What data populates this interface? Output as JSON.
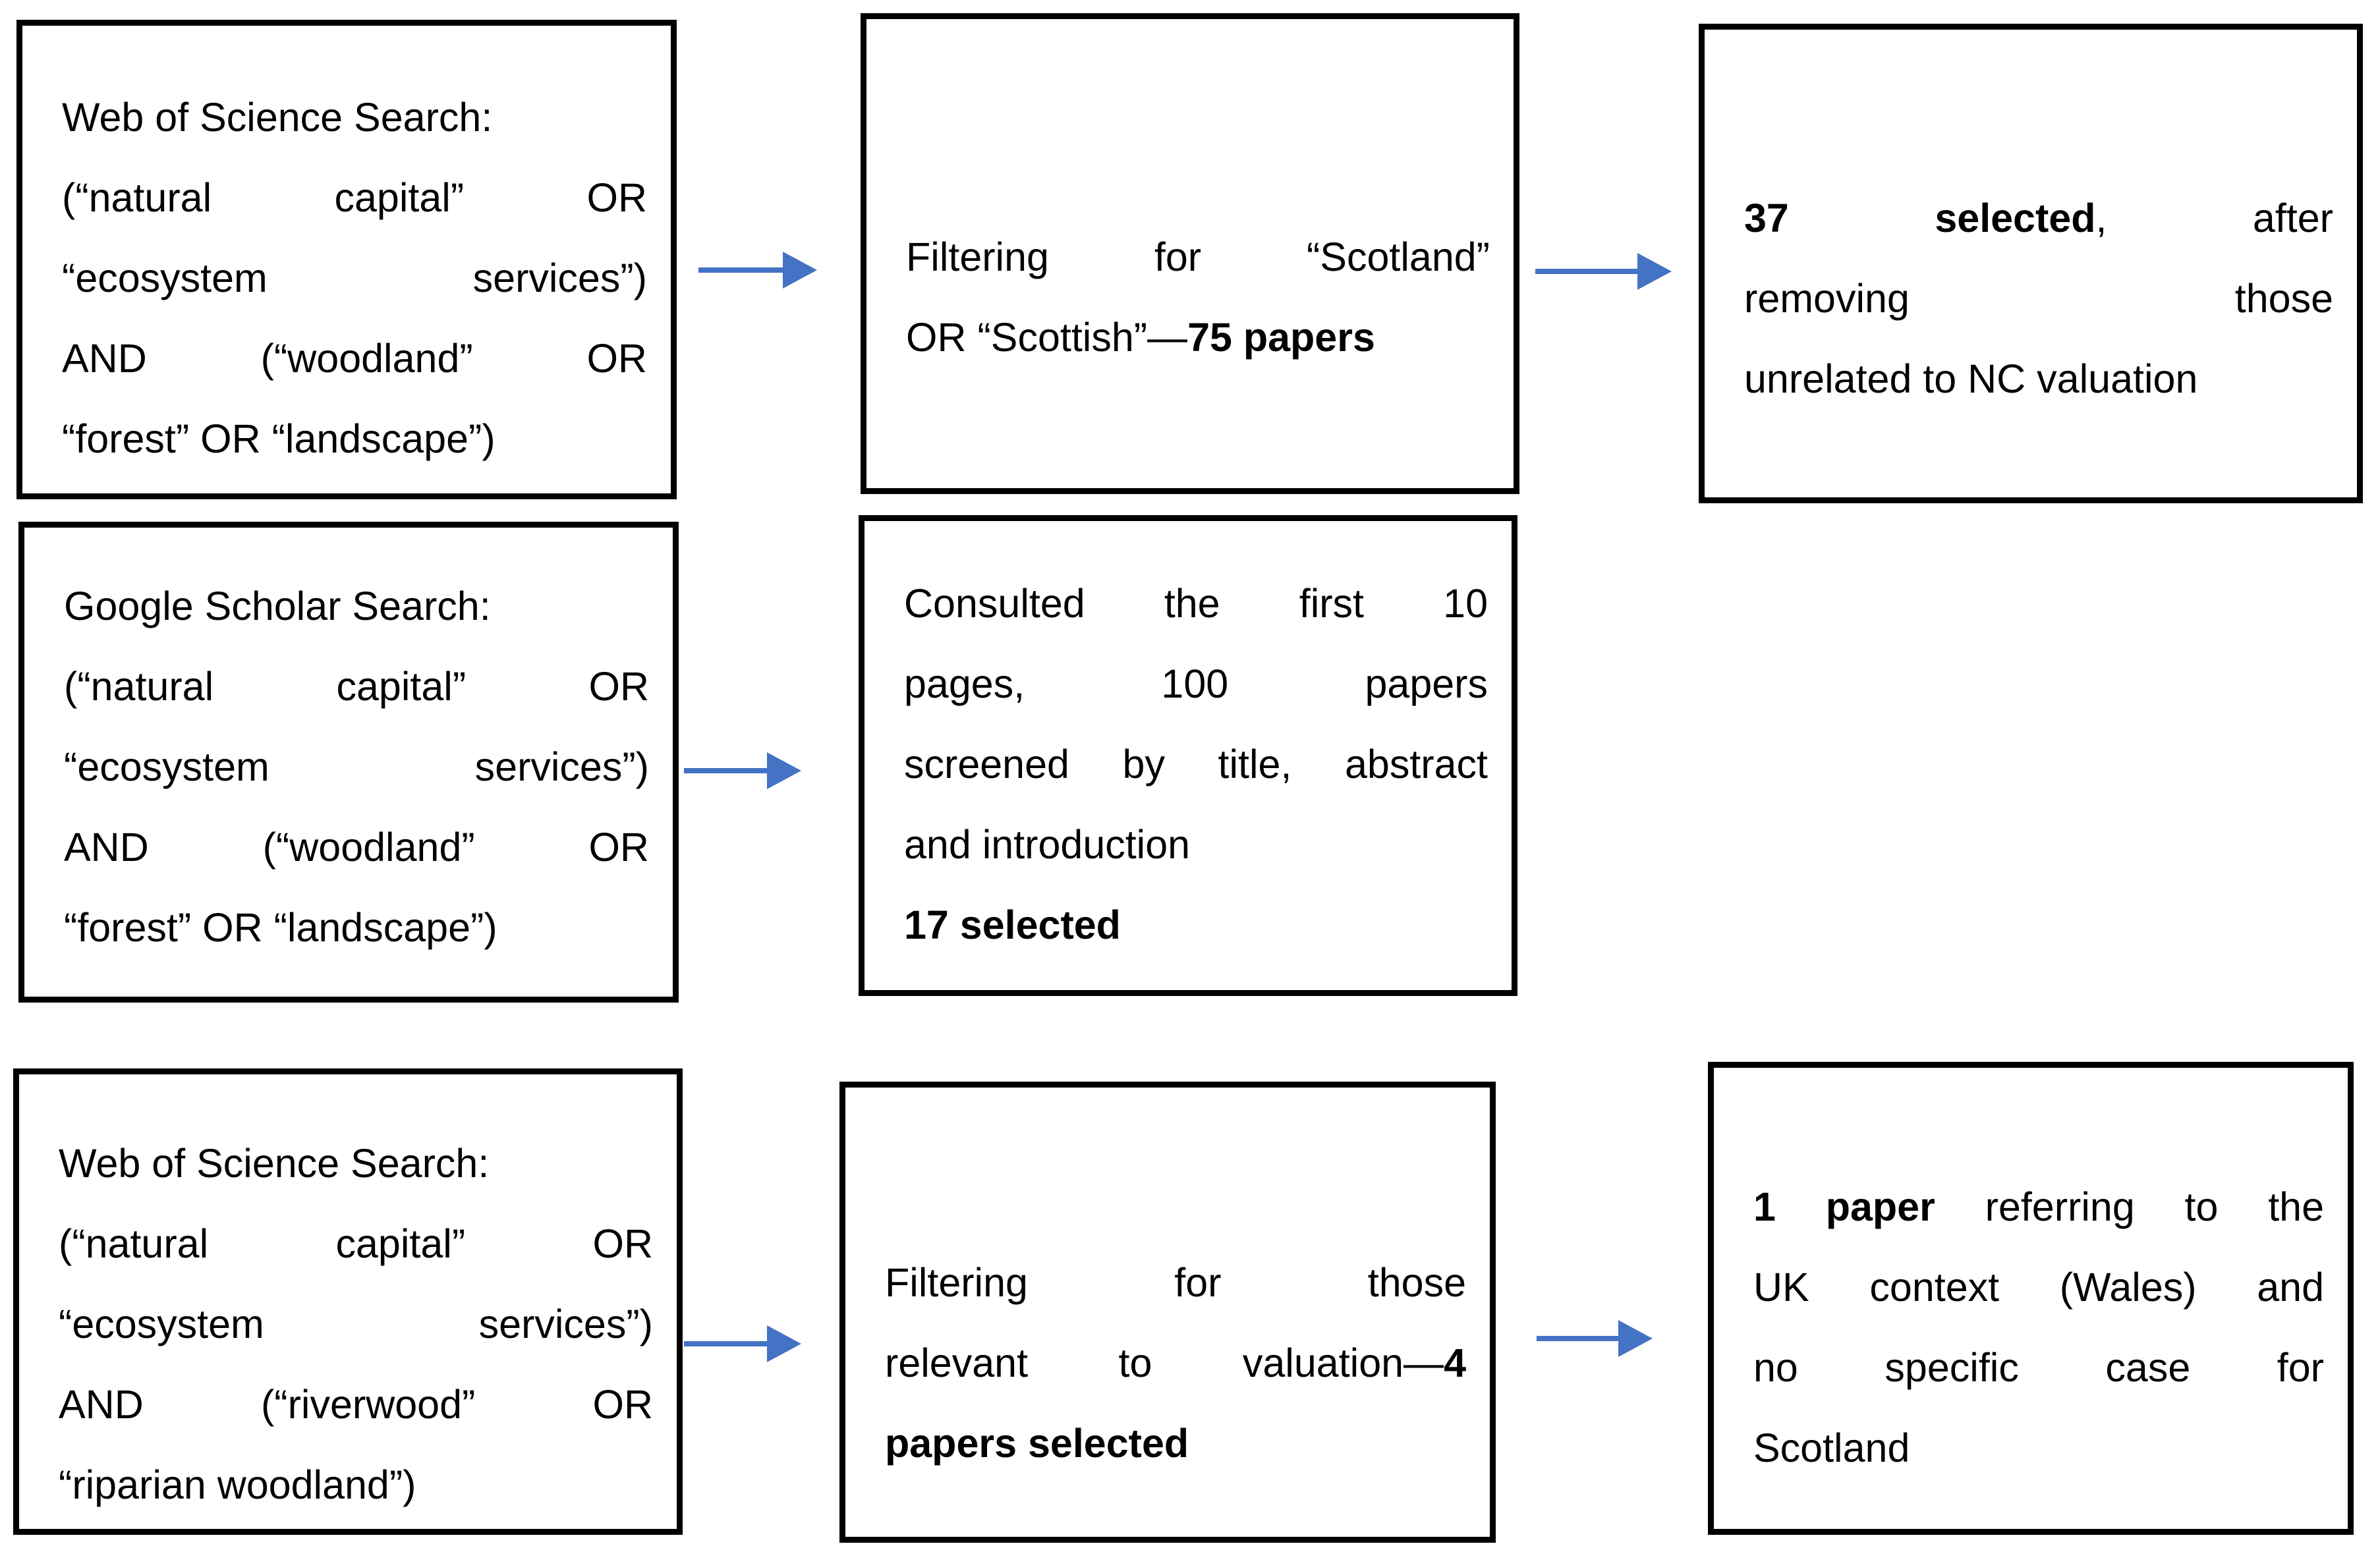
{
  "colors": {
    "background": "#ffffff",
    "box_border": "#000000",
    "text": "#000000",
    "arrow": "#4472C4"
  },
  "boxes": {
    "wos1": {
      "lines": [
        {
          "align": "left",
          "segments": [
            {
              "text": "Web of Science Search:",
              "bold": false
            }
          ]
        },
        {
          "align": "justify",
          "segments": [
            {
              "text": "(“natural capital” OR",
              "bold": false
            }
          ]
        },
        {
          "align": "justify",
          "segments": [
            {
              "text": "“ecosystem services”)",
              "bold": false
            }
          ]
        },
        {
          "align": "justify",
          "segments": [
            {
              "text": "AND (“woodland” OR",
              "bold": false
            }
          ]
        },
        {
          "align": "left",
          "segments": [
            {
              "text": "“forest” OR “landscape”)",
              "bold": false
            }
          ]
        }
      ]
    },
    "filter_scotland": {
      "lines": [
        {
          "align": "justify",
          "segments": [
            {
              "text": "Filtering for “Scotland”",
              "bold": false
            }
          ]
        },
        {
          "align": "left",
          "segments": [
            {
              "text": "OR “Scottish”—",
              "bold": false
            },
            {
              "text": "75 papers",
              "bold": true
            }
          ]
        }
      ]
    },
    "selected37": {
      "lines": [
        {
          "align": "justify",
          "segments": [
            {
              "text": "37 selected",
              "bold": true
            },
            {
              "text": ", after",
              "bold": false
            }
          ]
        },
        {
          "align": "justify",
          "segments": [
            {
              "text": "removing those",
              "bold": false
            }
          ]
        },
        {
          "align": "left",
          "segments": [
            {
              "text": "unrelated to NC valuation",
              "bold": false
            }
          ]
        }
      ]
    },
    "scholar": {
      "lines": [
        {
          "align": "left",
          "segments": [
            {
              "text": "Google Scholar Search:",
              "bold": false
            }
          ]
        },
        {
          "align": "justify",
          "segments": [
            {
              "text": "(“natural capital” OR",
              "bold": false
            }
          ]
        },
        {
          "align": "justify",
          "segments": [
            {
              "text": "“ecosystem services”)",
              "bold": false
            }
          ]
        },
        {
          "align": "justify",
          "segments": [
            {
              "text": "AND (“woodland” OR",
              "bold": false
            }
          ]
        },
        {
          "align": "left",
          "segments": [
            {
              "text": "“forest” OR “landscape”)",
              "bold": false
            }
          ]
        }
      ]
    },
    "consulted": {
      "lines": [
        {
          "align": "justify",
          "segments": [
            {
              "text": "Consulted the first 10",
              "bold": false
            }
          ]
        },
        {
          "align": "justify",
          "segments": [
            {
              "text": "pages, 100 papers",
              "bold": false
            }
          ]
        },
        {
          "align": "justify",
          "segments": [
            {
              "text": "screened by title, abstract",
              "bold": false
            }
          ]
        },
        {
          "align": "left",
          "segments": [
            {
              "text": "and introduction",
              "bold": false
            }
          ]
        },
        {
          "align": "left",
          "segments": [
            {
              "text": "17 selected",
              "bold": true
            }
          ]
        }
      ]
    },
    "wos2": {
      "lines": [
        {
          "align": "left",
          "segments": [
            {
              "text": "Web of Science Search:",
              "bold": false
            }
          ]
        },
        {
          "align": "justify",
          "segments": [
            {
              "text": "(“natural capital” OR",
              "bold": false
            }
          ]
        },
        {
          "align": "justify",
          "segments": [
            {
              "text": "“ecosystem services”)",
              "bold": false
            }
          ]
        },
        {
          "align": "justify",
          "segments": [
            {
              "text": "AND (“riverwood” OR",
              "bold": false
            }
          ]
        },
        {
          "align": "left",
          "segments": [
            {
              "text": "“riparian woodland”)",
              "bold": false
            }
          ]
        }
      ]
    },
    "filter_valuation": {
      "lines": [
        {
          "align": "justify",
          "segments": [
            {
              "text": "Filtering for those",
              "bold": false
            }
          ]
        },
        {
          "align": "justify",
          "segments": [
            {
              "text": "relevant to valuation—",
              "bold": false
            },
            {
              "text": "4",
              "bold": true
            }
          ]
        },
        {
          "align": "left",
          "segments": [
            {
              "text": "papers selected",
              "bold": true
            }
          ]
        }
      ]
    },
    "paper1": {
      "lines": [
        {
          "align": "justify",
          "segments": [
            {
              "text": "1 paper",
              "bold": true
            },
            {
              "text": " referring to the",
              "bold": false
            }
          ]
        },
        {
          "align": "justify",
          "segments": [
            {
              "text": "UK context (Wales) and",
              "bold": false
            }
          ]
        },
        {
          "align": "justify",
          "segments": [
            {
              "text": "no specific case for",
              "bold": false
            }
          ]
        },
        {
          "align": "left",
          "segments": [
            {
              "text": "Scotland",
              "bold": false
            }
          ]
        }
      ]
    }
  },
  "arrows": [
    {
      "name": "arrow-wos1-to-filter-scotland"
    },
    {
      "name": "arrow-filter-scotland-to-37-selected"
    },
    {
      "name": "arrow-scholar-to-consulted"
    },
    {
      "name": "arrow-wos2-to-filter-valuation"
    },
    {
      "name": "arrow-filter-valuation-to-1-paper"
    }
  ]
}
